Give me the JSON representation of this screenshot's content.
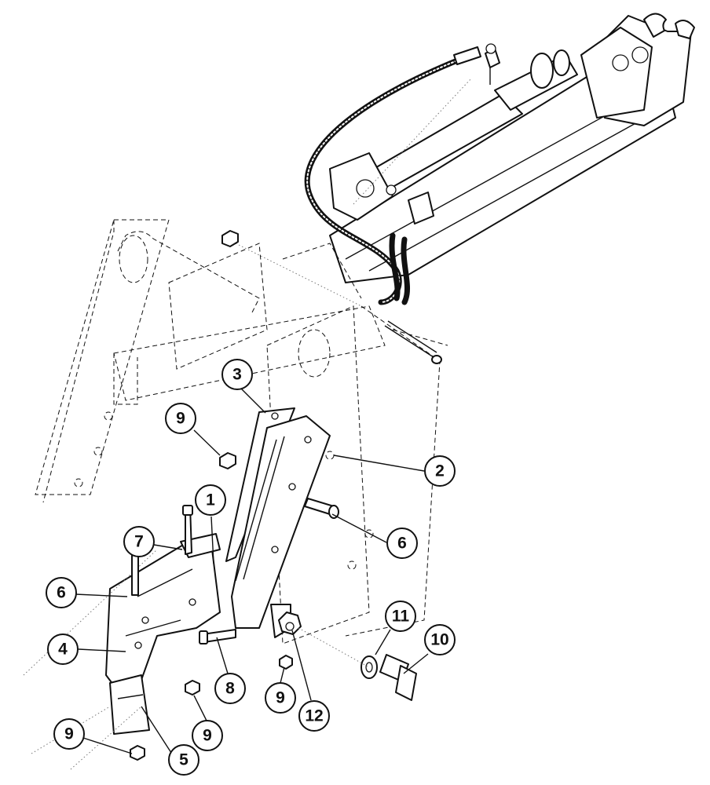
{
  "callouts": [
    {
      "label": "1"
    },
    {
      "label": "2"
    },
    {
      "label": "3"
    },
    {
      "label": "4"
    },
    {
      "label": "5"
    },
    {
      "label": "6"
    },
    {
      "label": "6"
    },
    {
      "label": "7"
    },
    {
      "label": "8"
    },
    {
      "label": "9"
    },
    {
      "label": "9"
    },
    {
      "label": "9"
    },
    {
      "label": "9"
    },
    {
      "label": "10"
    },
    {
      "label": "11"
    },
    {
      "label": "12"
    }
  ],
  "colors": {
    "line": "#111111",
    "background": "#ffffff"
  }
}
